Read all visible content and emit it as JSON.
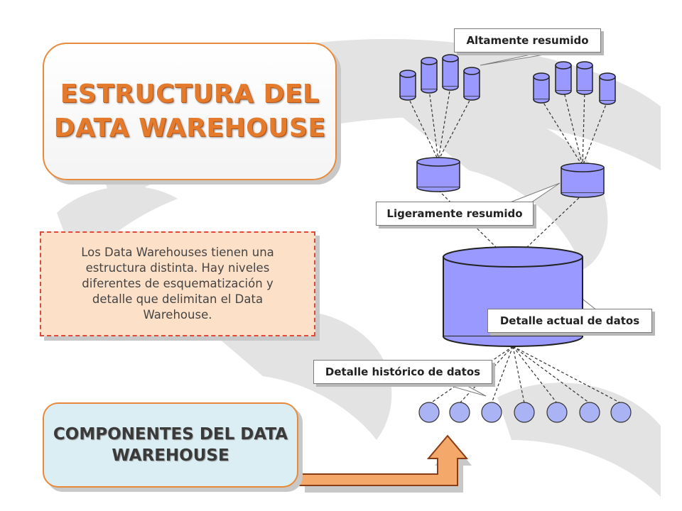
{
  "title": {
    "text": "ESTRUCTURA DEL\nDATA WAREHOUSE"
  },
  "description": {
    "text": "Los Data Warehouses tienen una\nestructura distinta. Hay niveles\ndiferentes de esquematización y\ndetalle que delimitan el Data\nWarehouse."
  },
  "components": {
    "text": "COMPONENTES DEL DATA\nWAREHOUSE"
  },
  "labels": {
    "highly_summarized": "Altamente resumido",
    "lightly_summarized": "Ligeramente resumido",
    "current_detail": "Detalle actual de datos",
    "historical_detail": "Detalle histórico de datos"
  },
  "colors": {
    "title_orange": "#e47a2c",
    "box_border": "#e88a3a",
    "db_fill": "#9999ff",
    "desc_fill": "#fde0c8",
    "desc_border": "#e0493a",
    "components_fill": "#dbeef4",
    "arrow_fill": "#f4a96a"
  }
}
